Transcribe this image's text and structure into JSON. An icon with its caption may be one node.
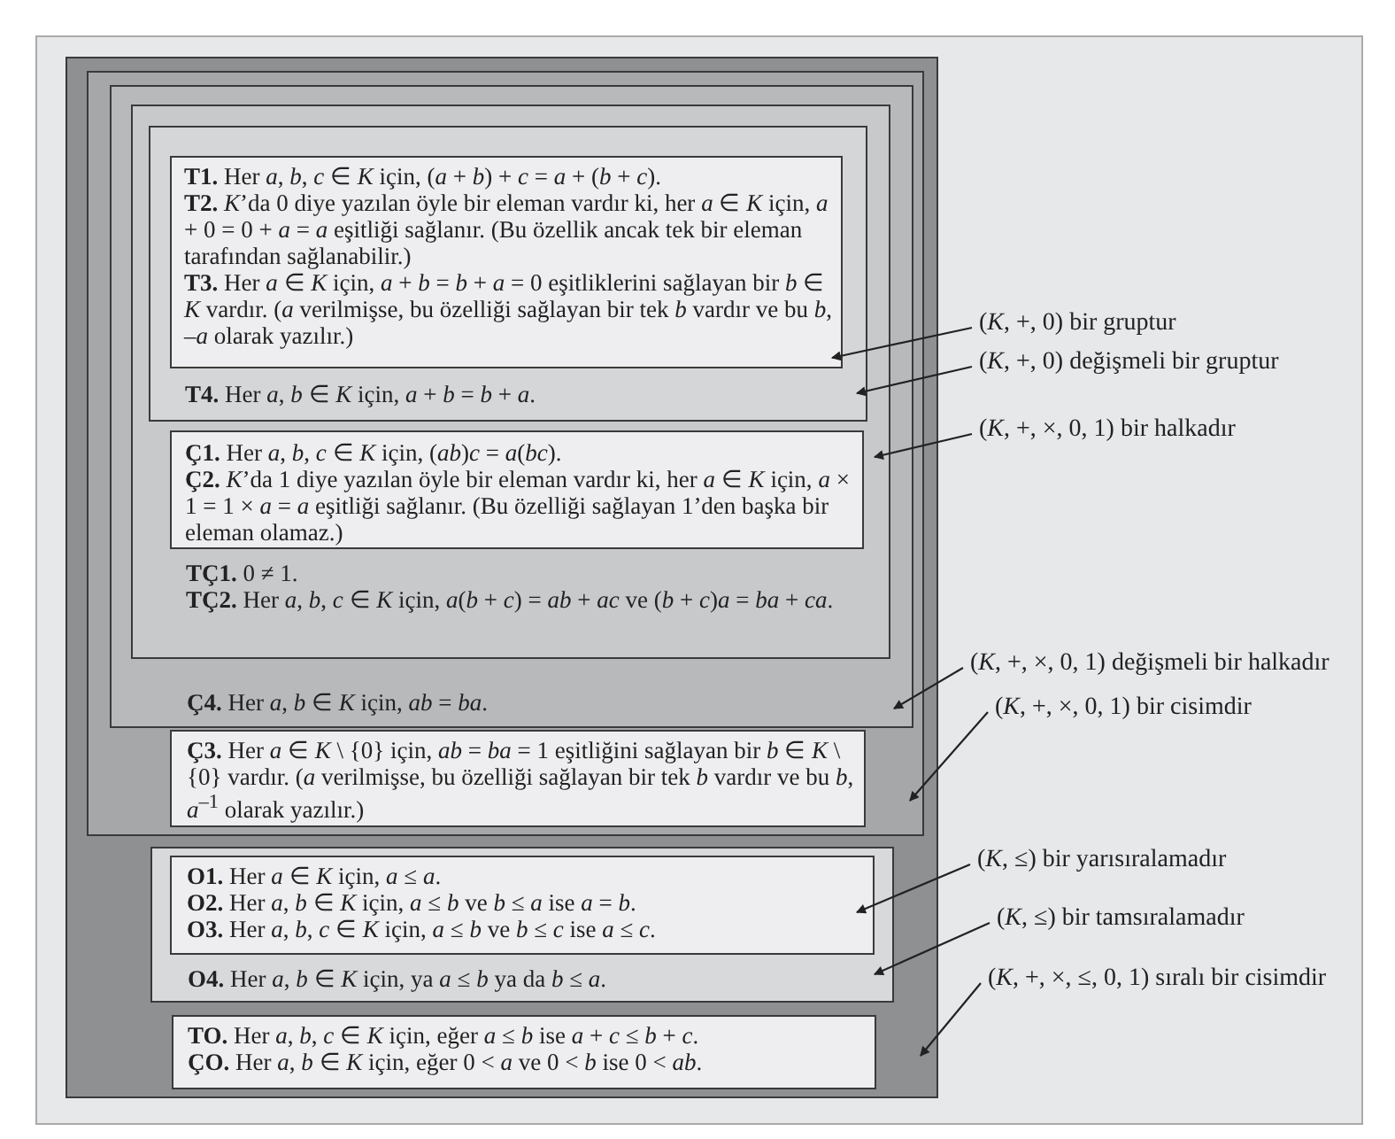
{
  "diagram": {
    "nodes": [
      {
        "text": [],
        "shape": "box"
      },
      {
        "text": [],
        "shape": "box",
        "in": 0
      },
      {
        "text": [
          "**Ç4.** Her *a*, *b* ∈ *K* için, *ab* = *ba*."
        ],
        "in": 1
      },
      {
        "text": [
          "**TÇ1.** 0 ≠ 1.",
          "**TÇ2.** Her *a*, *b*, *c* ∈ *K* için, *a*(*b* + *c*) = *ab* + *ac* ve (*b* + *c*)*a* = *ba* + *ca*."
        ],
        "in": 2
      },
      {
        "text": [
          "**T4.** Her *a*, *b* ∈ *K* için, *a* + *b* = *b* + *a*."
        ],
        "in": 3
      },
      {
        "text": [
          "**T1.** Her *a*, *b*, *c* ∈ *K* için, (*a* + *b*) + *c* = *a* + (*b* + *c*).",
          "**T2.** *K*’da 0 diye yazılan öyle bir eleman vardır ki, her *a* ∈ *K* için, *a* + 0 = 0 + *a* = *a* eşitliği sağlanır. (Bu özellik ancak tek bir eleman tarafından sağlanabilir.)",
          "**T3.** Her *a* ∈ *K* için, *a* + *b* = *b* + *a* = 0 eşitliklerini sağlayan bir *b* ∈ *K* vardır. (*a* verilmişse, bu özelliği sağlayan bir tek *b* vardır ve bu *b*, –*a* olarak yazılır.)"
        ],
        "in": 4
      },
      {
        "text": [
          "**Ç1.** Her *a*, *b*, *c* ∈ *K* için, (*ab*)*c* = *a*(*bc*).",
          "**Ç2.** *K*’da 1 diye yazılan öyle bir eleman vardır ki, her *a* ∈ *K* için, *a* × 1 = 1 × *a* = *a* eşitliği sağlanır. (Bu özelliği sağlayan 1’den başka bir eleman olamaz.)"
        ],
        "in": 3
      },
      {
        "text": [
          "**Ç3.** Her *a* ∈ *K* \\ {0} için, *ab* = *ba* = 1 eşitliğini sağlayan bir *b* ∈ *K* \\ {0} vardır. (*a* verilmişse, bu özelliği sağlayan bir tek *b* vardır ve bu *b*, *a*$^{–1}$ olarak yazılır.)"
        ],
        "in": 1
      },
      {
        "text": [
          "**O4.** Her *a*, *b* ∈ *K* için, ya *a* ≤ *b* ya da *b* ≤ *a*."
        ],
        "in": 0
      },
      {
        "text": [
          "**O1.** Her *a* ∈ *K* için, *a* ≤ *a*.",
          "**O2.** Her *a*, *b* ∈ *K* için, *a* ≤ *b* ve *b* ≤ *a* ise *a* = *b*.",
          "**O3.** Her *a*, *b*, *c* ∈ *K* için, *a* ≤ *b* ve *b* ≤ *c* ise *a* ≤ *c*."
        ],
        "in": 8
      },
      {
        "text": [
          "**TO.** Her *a*, *b*, *c* ∈ *K* için, eğer *a* ≤ *b* ise *a* + *c* ≤ *b* + *c*.",
          "**ÇO.** Her *a*, *b* ∈ *K* için, eğer 0 < *a* ve 0 < *b* ise 0 < *ab*."
        ],
        "in": 0
      },
      {
        "text": [
          "(*K*, +, 0) bir gruptur"
        ]
      },
      {
        "text": [
          "(*K*, +, 0) değişmeli bir gruptur"
        ]
      },
      {
        "text": [
          "(*K*, +, ×, 0, 1) bir halkadır"
        ]
      },
      {
        "text": [
          "(*K*, +, ×, 0, 1) değişmeli bir halkadır"
        ]
      },
      {
        "text": [
          "(*K*, +, ×, 0, 1) bir cisimdir"
        ]
      },
      {
        "text": [
          "(*K*, ≤) bir yarısıralamadır"
        ]
      },
      {
        "text": [
          "(*K*, ≤) bir tamsıralamadır"
        ]
      },
      {
        "text": [
          "(*K*, +, ×, ≤, 0, 1) sıralı bir cisimdir"
        ]
      }
    ],
    "edges": [
      {
        "from": 11,
        "to": 5,
        "arrow": "to"
      },
      {
        "from": 12,
        "to": 4,
        "arrow": "to"
      },
      {
        "from": 13,
        "to": 3,
        "arrow": "to"
      },
      {
        "from": 14,
        "to": 2,
        "arrow": "to"
      },
      {
        "from": 15,
        "to": 1,
        "arrow": "to"
      },
      {
        "from": 16,
        "to": 9,
        "arrow": "to"
      },
      {
        "from": 17,
        "to": 8,
        "arrow": "to"
      },
      {
        "from": 18,
        "to": 0,
        "arrow": "to"
      }
    ]
  }
}
